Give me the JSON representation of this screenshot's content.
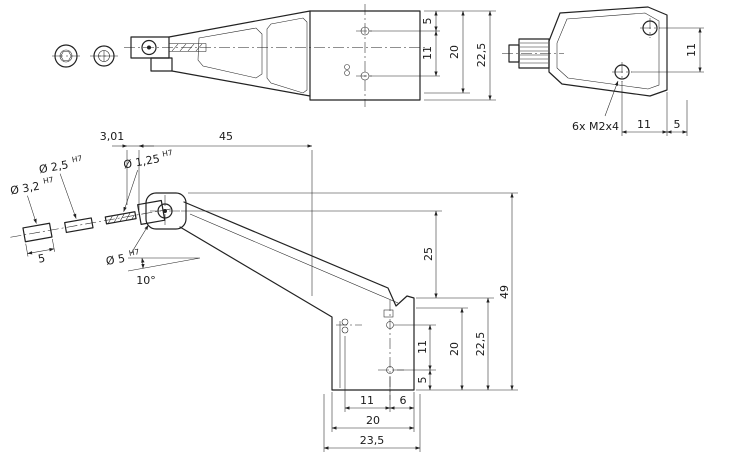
{
  "views": {
    "side_top": {
      "dims": {
        "d5": "5",
        "d11": "11",
        "d20": "20",
        "d22_5": "22,5"
      }
    },
    "back_top": {
      "screw_note": "6x M2x4",
      "dims": {
        "d11_right": "11",
        "d11_bottom": "11",
        "d5_bottom": "5"
      }
    },
    "main": {
      "dims": {
        "d3_01": "3,01",
        "d45": "45",
        "dia2_5": "Ø 2,5",
        "dia3_2": "Ø 3,2",
        "dia1_25": "Ø 1,25",
        "dia5": "Ø 5",
        "tol": "H7",
        "d5_pin": "5",
        "angle10": "10°",
        "d25": "25",
        "d49": "49",
        "d22_5": "22,5",
        "d20_right": "20",
        "d11_right": "11",
        "d5_right": "5",
        "d11_bottom": "11",
        "d6_bottom": "6",
        "d20_bottom": "20",
        "d23_5": "23,5"
      }
    }
  }
}
